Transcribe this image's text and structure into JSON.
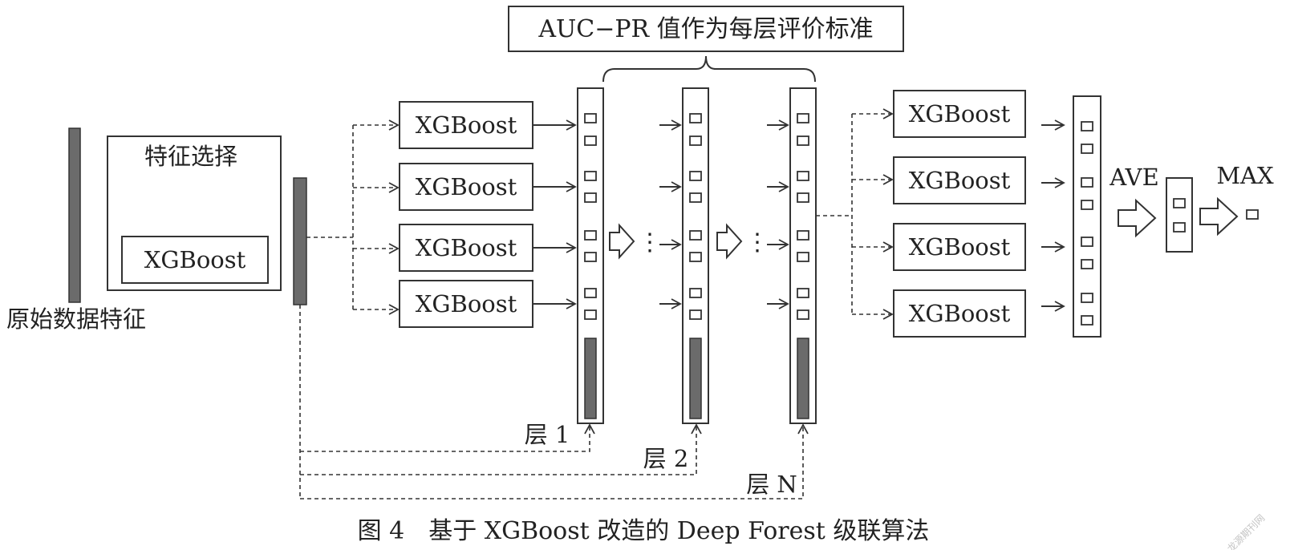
{
  "header": {
    "criterion": "AUC−PR 值作为每层评价标准"
  },
  "input": {
    "raw_feature_label": "原始数据特征",
    "selection_title": "特征选择",
    "selection_model": "XGBoost"
  },
  "layer1_models": [
    "XGBoost",
    "XGBoost",
    "XGBoost",
    "XGBoost"
  ],
  "final_models": [
    "XGBoost",
    "XGBoost",
    "XGBoost",
    "XGBoost"
  ],
  "layers": [
    {
      "label": "层 1"
    },
    {
      "label": "层 2"
    },
    {
      "label": "层 N"
    }
  ],
  "ellipsis": "⋮",
  "ops": {
    "average": "AVE",
    "maximum": "MAX"
  },
  "caption": "图 4　基于 XGBoost 改造的 Deep Forest 级联算法",
  "watermark": "龙源期刊网"
}
